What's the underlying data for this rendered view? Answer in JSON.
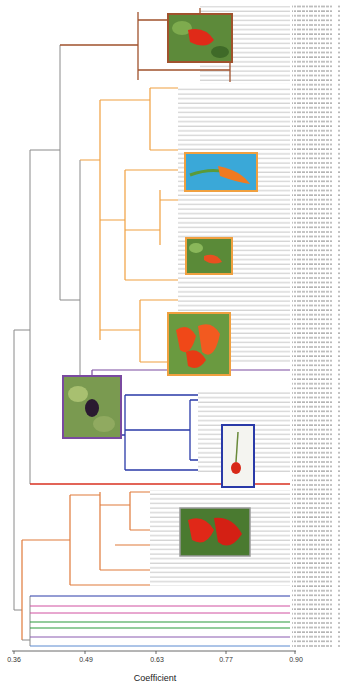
{
  "diagram": {
    "labels": [
      "0.36",
      "0.49",
      "0.63",
      "0.77",
      "0.90",
      "Coefficient"
    ]
  }
}
